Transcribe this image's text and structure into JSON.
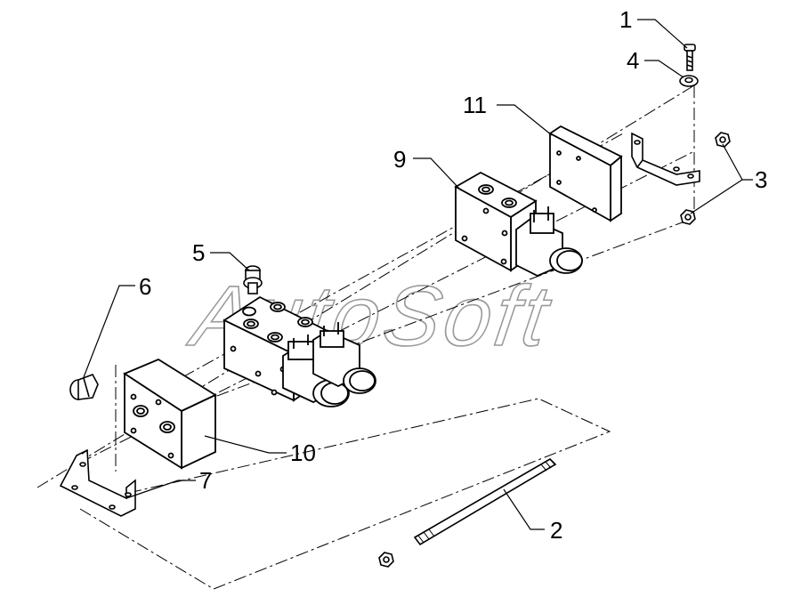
{
  "diagram": {
    "watermark": "AutoSoft",
    "callouts": [
      {
        "id": "1",
        "label": "1"
      },
      {
        "id": "2",
        "label": "2"
      },
      {
        "id": "3",
        "label": "3"
      },
      {
        "id": "4",
        "label": "4"
      },
      {
        "id": "5",
        "label": "5"
      },
      {
        "id": "6",
        "label": "6"
      },
      {
        "id": "7",
        "label": "7"
      },
      {
        "id": "9",
        "label": "9"
      },
      {
        "id": "10",
        "label": "10"
      },
      {
        "id": "11",
        "label": "11"
      }
    ],
    "colors": {
      "line": "#000000",
      "fill": "#ffffff",
      "watermark": "#9a9a9a"
    }
  }
}
